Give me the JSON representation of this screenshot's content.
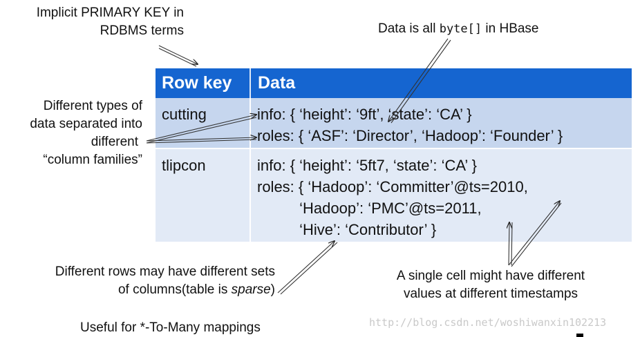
{
  "annotations": {
    "primary_key_line1": "Implicit PRIMARY KEY in",
    "primary_key_line2": "RDBMS terms",
    "data_bytes_prefix": "Data is all ",
    "data_bytes_code": "byte[]",
    "data_bytes_suffix": " in HBase",
    "families_line1": "Different types of",
    "families_line2": "data separated into",
    "families_line3": "different",
    "families_line4": "“column families”",
    "sparse_line1": "Different rows may have different sets",
    "sparse_line2_prefix": "of columns(table is ",
    "sparse_line2_italic": "sparse",
    "sparse_line2_suffix": ")",
    "timestamps_line1": "A single cell might have different",
    "timestamps_line2": "values at different timestamps",
    "many_mappings": "Useful for *-To-Many mappings"
  },
  "table": {
    "header_rowkey": "Row key",
    "header_data": "Data",
    "rows": [
      {
        "key": "cutting",
        "lines": [
          "info: { ‘height’: ‘9ft’, ‘state’: ‘CA’ }",
          "roles: { ‘ASF’: ‘Director’, ‘Hadoop’: ‘Founder’ }"
        ]
      },
      {
        "key": "tlipcon",
        "lines": [
          "info: { ‘height’: ‘5ft7, ‘state’: ‘CA’ }",
          "roles: { ‘Hadoop’: ‘Committer’@ts=2010,",
          "          ‘Hadoop’: ‘PMC’@ts=2011,",
          "          ‘Hive’: ‘Contributor’ }"
        ]
      }
    ]
  },
  "watermark": "http://blog.csdn.net/woshiwanxin102213"
}
